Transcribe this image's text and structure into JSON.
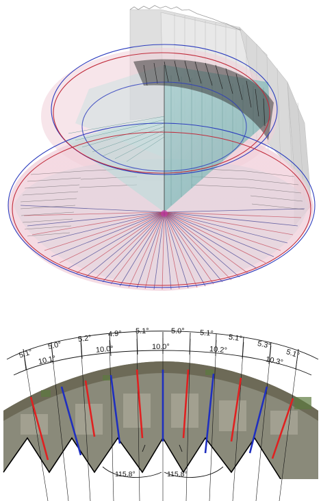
{
  "figure": {
    "top_panel": {
      "kind": "3d-point-cloud-cone-with-section-planes"
    },
    "bottom_panel": {
      "half_angles": [
        "5.1°",
        "5.0°",
        "5.2°",
        "4.9°",
        "5.1°",
        "5.0°",
        "5.1°",
        "5.1°",
        "5.3°",
        "5.1°"
      ],
      "pair_angles": [
        "10.1°",
        "10.0°",
        "10.0°",
        "10.2°",
        "10.3°"
      ],
      "fold_angles": [
        "115.8°",
        "115.8°"
      ],
      "colors": {
        "ridge_line": "#e02020",
        "valley_line": "#1f2fbf",
        "dimension": "#111111"
      }
    }
  }
}
